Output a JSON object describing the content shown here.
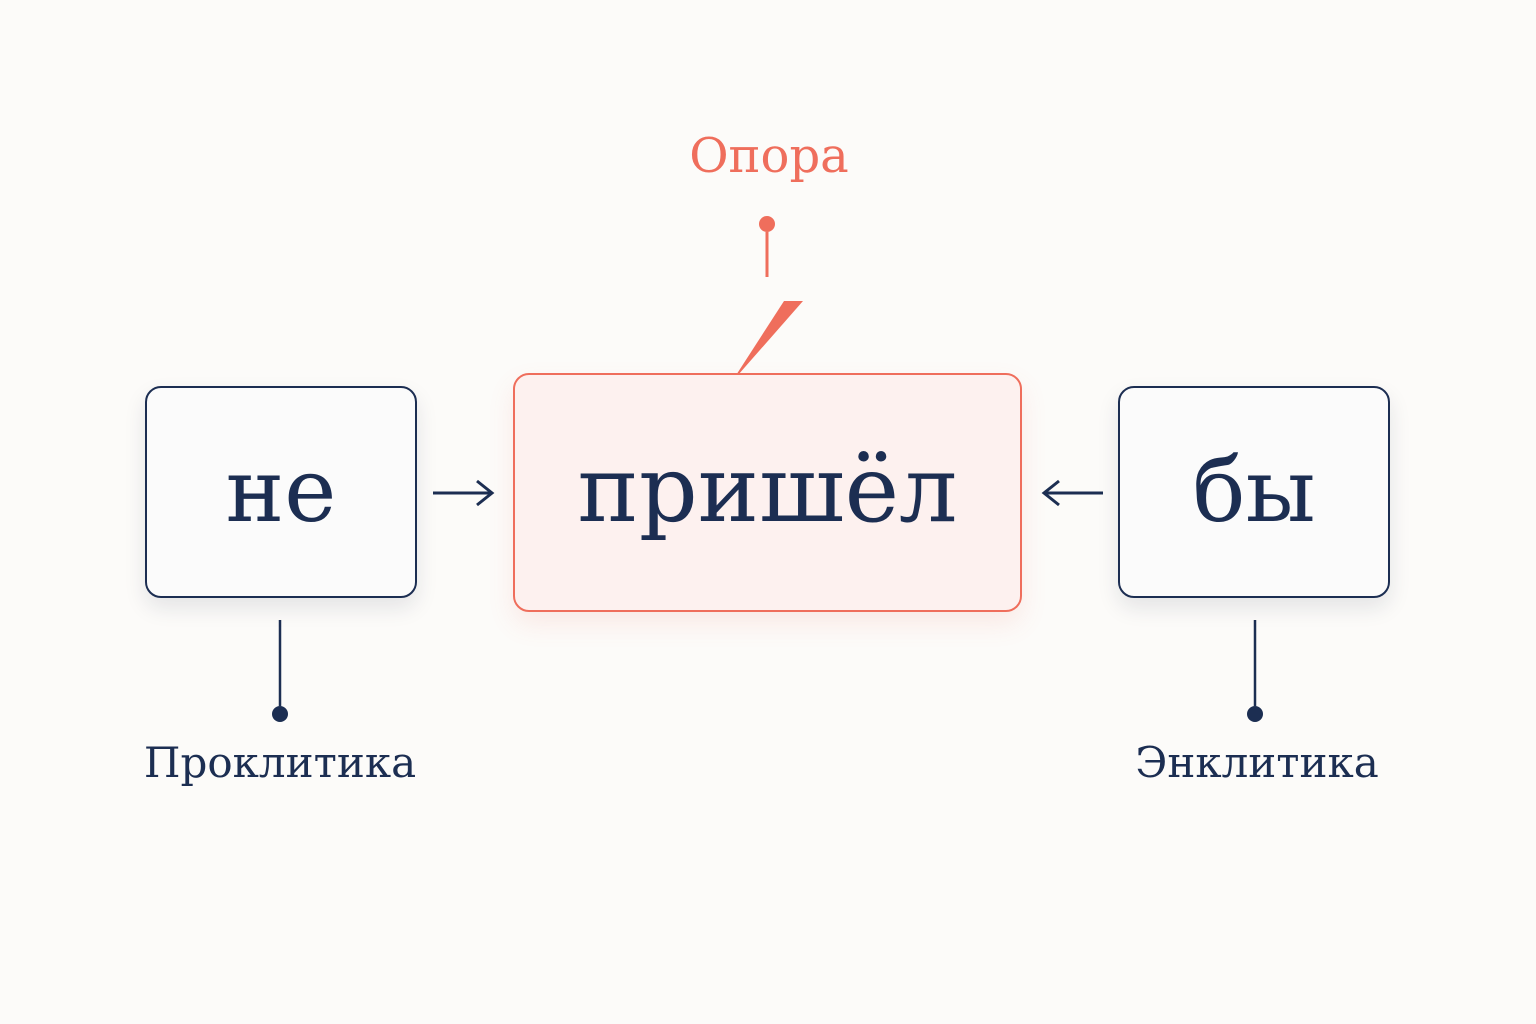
{
  "diagram": {
    "title": "",
    "nodes": {
      "proclitic": {
        "word": "не",
        "label": "Проклитика"
      },
      "host": {
        "word": "пришёл",
        "label": "Опора"
      },
      "enclitic": {
        "word": "бы",
        "label": "Энклитика"
      }
    },
    "edges": [
      {
        "from": "proclitic",
        "to": "host",
        "symbol": "→"
      },
      {
        "from": "enclitic",
        "to": "host",
        "symbol": "←"
      }
    ],
    "colors": {
      "ink": "#1c2e52",
      "accent": "#ef6e5c",
      "host_fill": "#fdf1ef",
      "background": "#fcfbf9"
    }
  }
}
